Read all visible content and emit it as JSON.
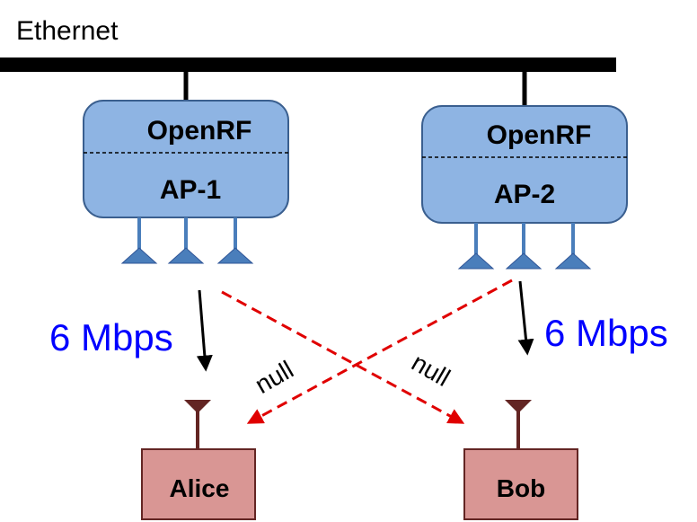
{
  "network": {
    "label": "Ethernet"
  },
  "access_points": [
    {
      "top_label": "OpenRF",
      "bottom_label": "AP-1"
    },
    {
      "top_label": "OpenRF",
      "bottom_label": "AP-2"
    }
  ],
  "clients": [
    {
      "label": "Alice"
    },
    {
      "label": "Bob"
    }
  ],
  "links": {
    "ap1_to_alice": "6 Mbps",
    "ap2_to_bob": "6 Mbps",
    "ap2_to_alice": "null",
    "ap1_to_bob": "null"
  },
  "colors": {
    "ap_fill": "#8EB4E3",
    "ap_stroke": "#3A5F8F",
    "antenna": "#4A7EBB",
    "client_fill": "#D99694",
    "client_stroke": "#632523",
    "rate_text": "#0000FF",
    "null_link": "#E00000"
  }
}
